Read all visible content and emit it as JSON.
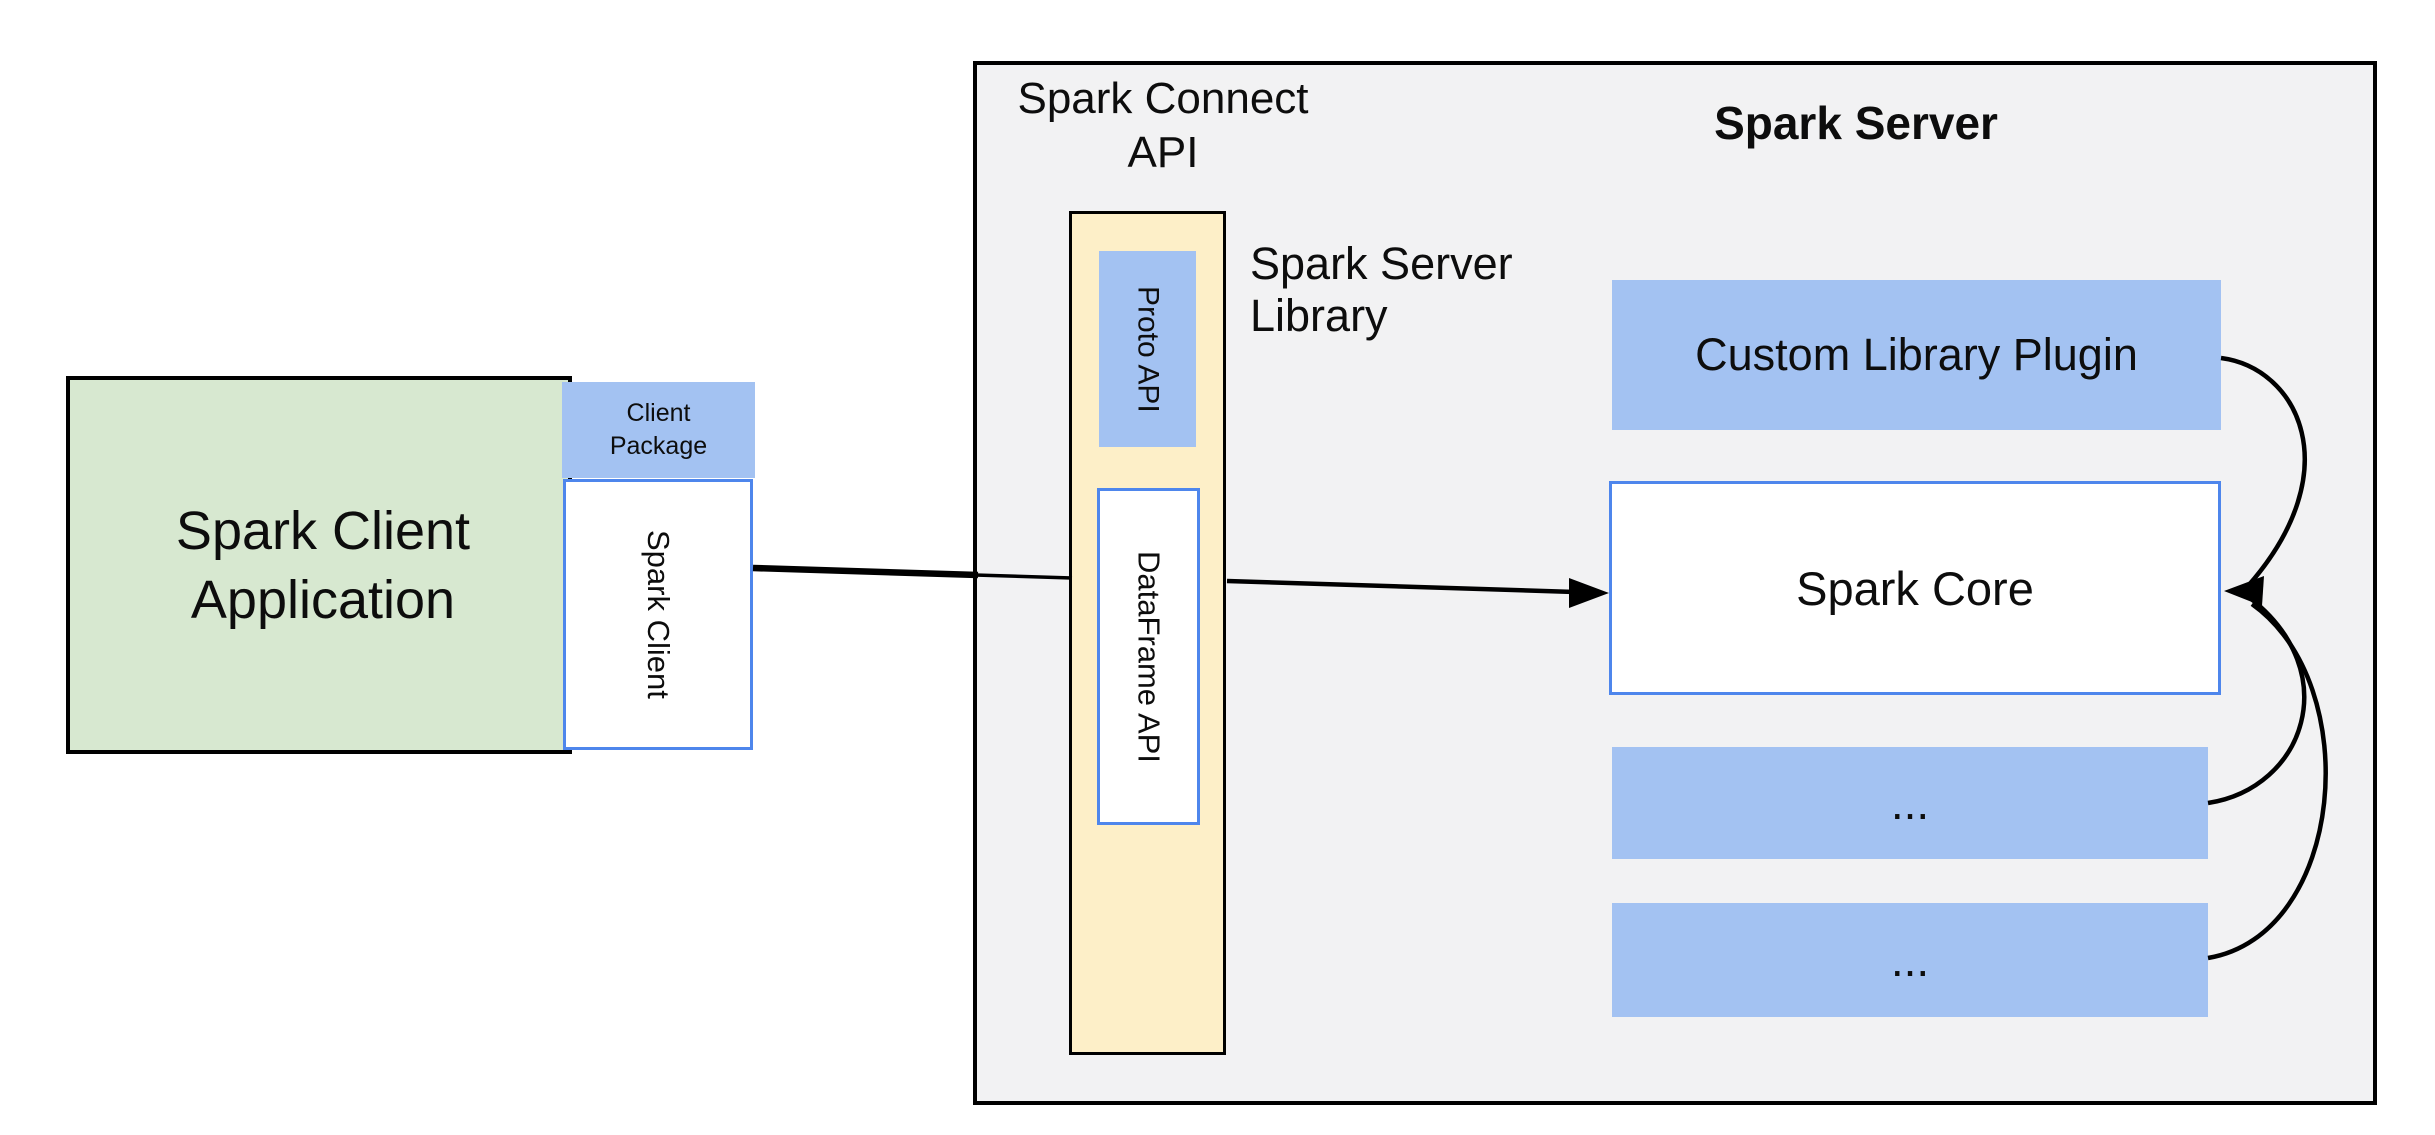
{
  "palette": {
    "canvas_bg": "#ffffff",
    "server_panel_bg": "#f2f2f3",
    "box_blue": "#a3c2f2",
    "box_green": "#d7e8d0",
    "box_yellow": "#fdefc8",
    "border_blue": "#4e86ec",
    "border_black": "#000000",
    "text": "#0d0d0d"
  },
  "client": {
    "app_lines": [
      "Spark Client",
      "Application"
    ],
    "package_lines": [
      "Client",
      "Package"
    ],
    "spark_client_label": "Spark Client"
  },
  "server": {
    "connect_api_lines": [
      "Spark Connect",
      "API"
    ],
    "title": "Spark Server",
    "library_lines": [
      "Spark Server",
      "Library"
    ],
    "proto_api_label": "Proto API",
    "dataframe_api_label": "DataFrame API",
    "plugin_label": "Custom Library Plugin",
    "core_label": "Spark Core",
    "ellipsis1": "...",
    "ellipsis2": "..."
  }
}
